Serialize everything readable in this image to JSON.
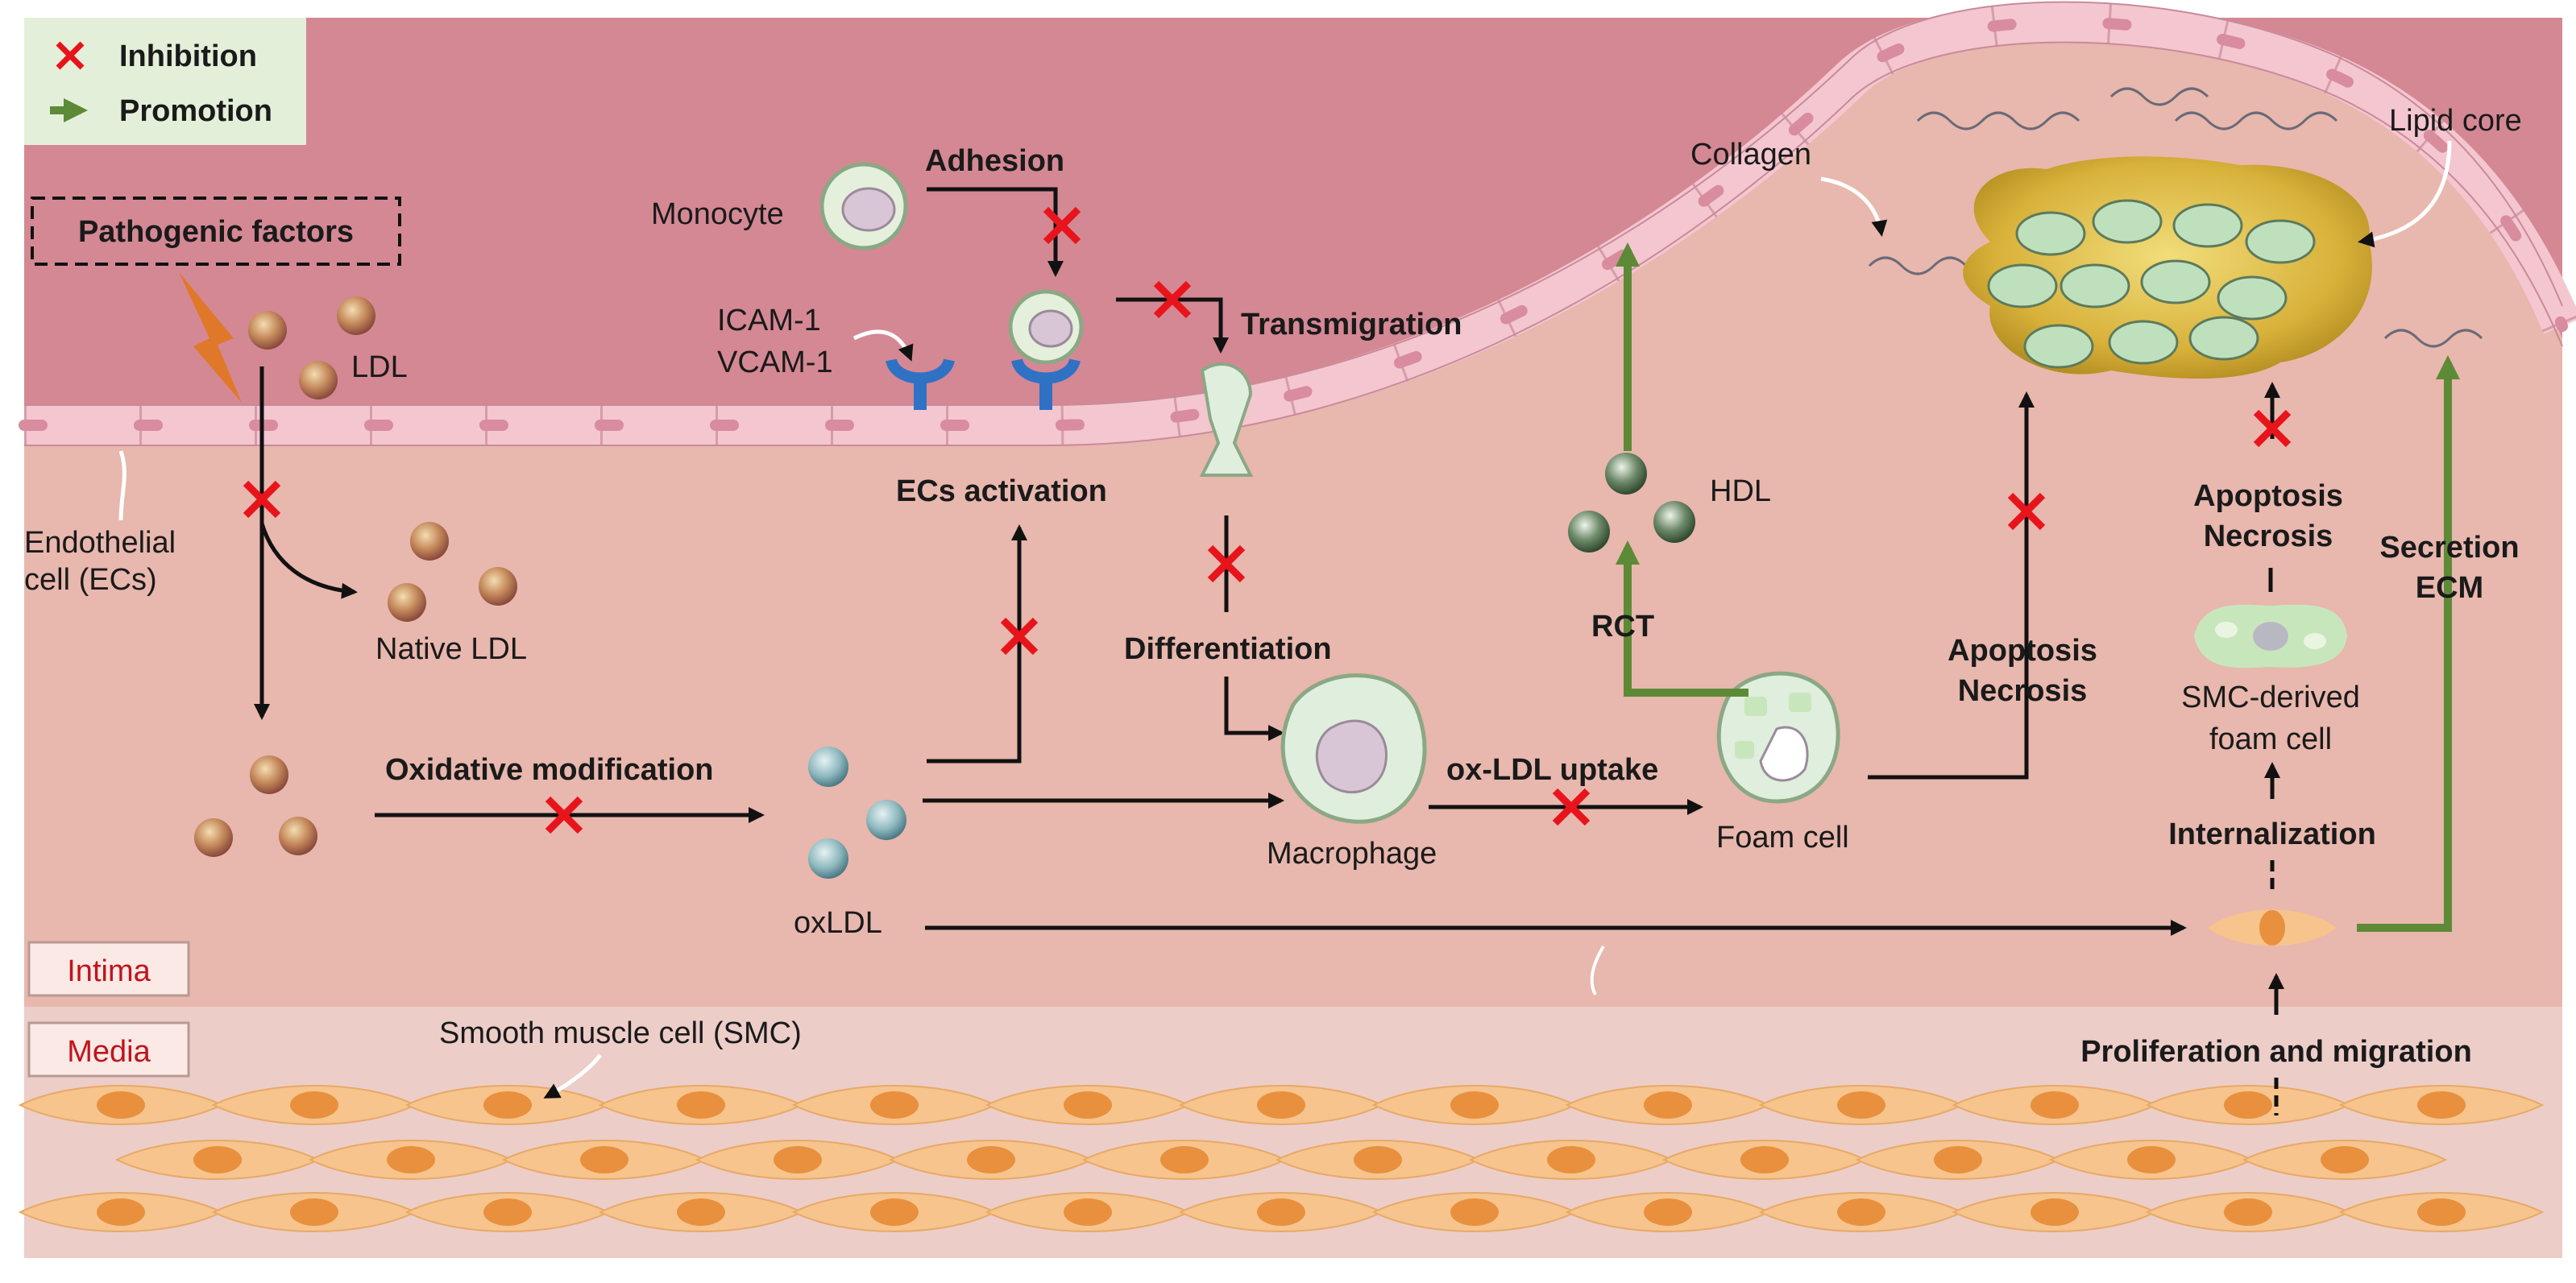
{
  "legend": {
    "inhibition": "Inhibition",
    "promotion": "Promotion",
    "colors": {
      "inhibition": "#e8141c",
      "promotion": "#5c8a36"
    }
  },
  "labels": {
    "pathogenic_factors": "Pathogenic factors",
    "ldl": "LDL",
    "endothelial_cell": [
      "Endothelial",
      "cell (ECs)"
    ],
    "native_ldl": "Native LDL",
    "monocyte": "Monocyte",
    "adhesion": "Adhesion",
    "icam": "ICAM-1",
    "vcam": "VCAM-1",
    "transmigration": "Transmigration",
    "ecs_activation": "ECs activation",
    "differentiation": "Differentiation",
    "oxidative_modification": "Oxidative modification",
    "oxldl": "oxLDL",
    "macrophage": "Macrophage",
    "ox_ldl_uptake": "ox-LDL uptake",
    "foam_cell": "Foam cell",
    "hdl": "HDL",
    "rct": "RCT",
    "collagen": "Collagen",
    "lipid_core": "Lipid core",
    "apoptosis_necrosis_1": [
      "Apoptosis",
      "Necrosis"
    ],
    "apoptosis_necrosis_2": [
      "Apoptosis",
      "Necrosis"
    ],
    "smc_foam_cell": [
      "SMC-derived",
      "foam cell"
    ],
    "internalization": "Internalization",
    "secretion_ecm": [
      "Secretion",
      "ECM"
    ],
    "proliferation_migration": "Proliferation and migration",
    "smc": "Smooth muscle cell (SMC)"
  },
  "layers": {
    "intima": "Intima",
    "media": "Media"
  },
  "colors": {
    "lumen": "#d48894",
    "intima": "#e8b7ad",
    "media": "#eccdc8",
    "endothelium": "#f4c6d0",
    "smc": "#f6c48c",
    "smc_nucleus": "#e8903e"
  }
}
